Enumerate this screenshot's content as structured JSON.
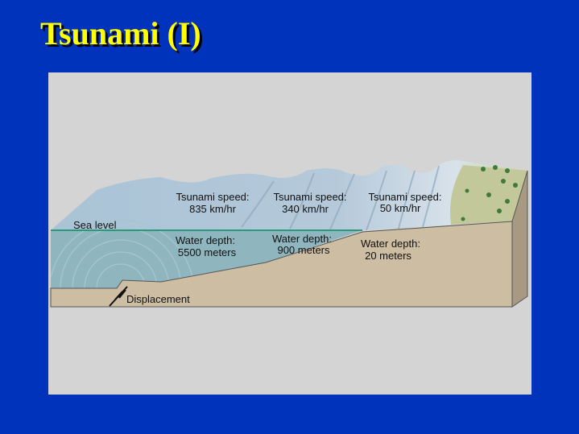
{
  "slide": {
    "title": "Tsunami (I)"
  },
  "diagram": {
    "sea_level": "Sea level",
    "displacement": "Displacement",
    "zones": [
      {
        "speed_label": "Tsunami speed:",
        "speed": "835 km/hr",
        "depth_label": "Water depth:",
        "depth": "5500 meters"
      },
      {
        "speed_label": "Tsunami speed:",
        "speed": "340 km/hr",
        "depth_label": "Water depth:",
        "depth": "900 meters"
      },
      {
        "speed_label": "Tsunami speed:",
        "speed": "50 km/hr",
        "depth_label": "Water depth:",
        "depth": "20 meters"
      }
    ]
  },
  "colors": {
    "background": "#0033bb",
    "title": "#ffff00",
    "panel": "#d4d4d4",
    "water": "#8fb6bf",
    "sand": "#cdbda2"
  }
}
